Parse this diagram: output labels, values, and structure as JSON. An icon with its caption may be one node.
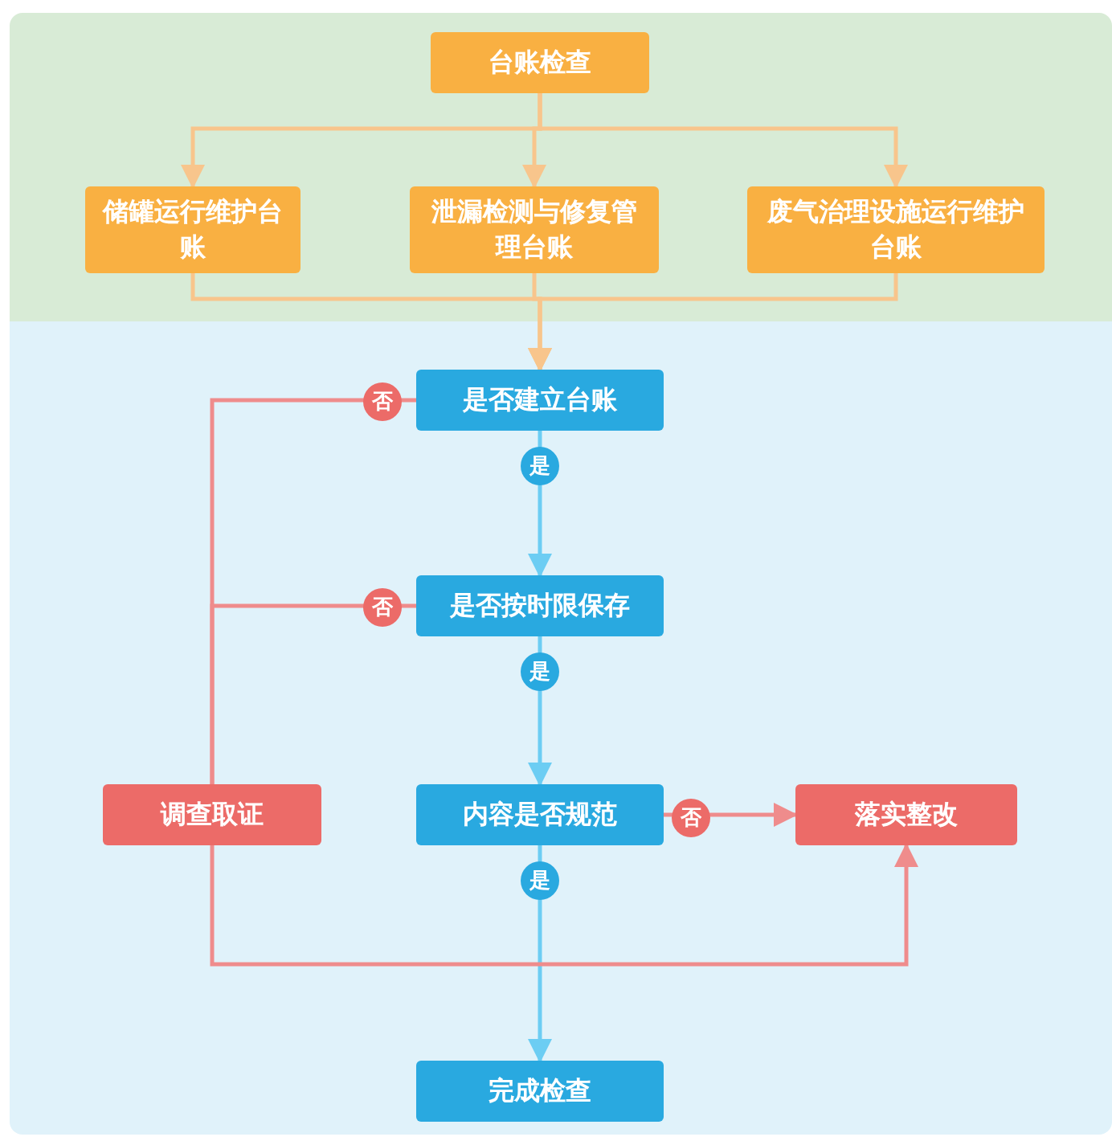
{
  "diagram": {
    "nodes": [
      {
        "text": [],
        "shape": "box"
      },
      {
        "text": [
          "台账检查"
        ],
        "in": 0
      },
      {
        "text": [
          "储罐运行维护台账"
        ],
        "in": 0
      },
      {
        "text": [
          "泄漏检测与修复管理台账"
        ],
        "in": 0
      },
      {
        "text": [
          "废气治理设施运行维护台账"
        ],
        "in": 0
      },
      {
        "text": [],
        "shape": "box"
      },
      {
        "text": [
          "是否建立台账"
        ],
        "in": 5
      },
      {
        "text": [
          "是否按时限保存"
        ],
        "in": 5
      },
      {
        "text": [
          "调查取证"
        ],
        "in": 5
      },
      {
        "text": [
          "内容是否规范"
        ],
        "in": 5
      },
      {
        "text": [
          "落实整改"
        ],
        "in": 5
      },
      {
        "text": [
          "完成检查"
        ],
        "in": 5
      }
    ],
    "edges": [
      {
        "from": 1,
        "to": 2,
        "arrow": "to"
      },
      {
        "from": 1,
        "to": 3,
        "arrow": "to"
      },
      {
        "from": 1,
        "to": 4,
        "arrow": "to"
      },
      {
        "from": 2,
        "to": 6,
        "arrow": "to"
      },
      {
        "from": 3,
        "to": 6,
        "arrow": "to"
      },
      {
        "from": 4,
        "to": 6,
        "arrow": "to"
      },
      {
        "from": 6,
        "to": 7,
        "arrow": "to",
        "label": "是",
        "color": "#6ccdf3"
      },
      {
        "from": 7,
        "to": 9,
        "arrow": "to",
        "label": "是",
        "color": "#6ccdf3"
      },
      {
        "from": 9,
        "to": 11,
        "arrow": "to",
        "label": "是",
        "color": "#6ccdf3"
      },
      {
        "from": 9,
        "to": 10,
        "arrow": "to",
        "label": "否",
        "color": "#ef8c8c"
      },
      {
        "from": 6,
        "to": 8,
        "arrow": "none",
        "label": "否",
        "color": "#ef8c8c"
      },
      {
        "from": 7,
        "to": 8,
        "arrow": "none",
        "label": "否",
        "color": "#ef8c8c"
      },
      {
        "from": 8,
        "to": 10,
        "arrow": "to",
        "color": "#ef8c8c"
      }
    ]
  }
}
